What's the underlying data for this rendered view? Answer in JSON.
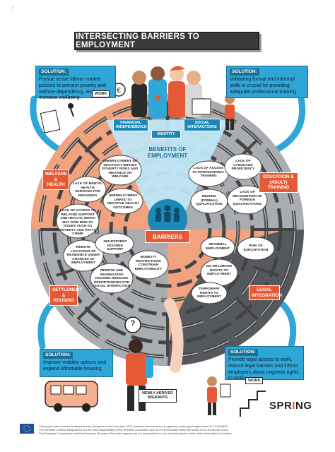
{
  "title": "INTERSECTING BARRIERS TO EMPLOYMENT",
  "solutions": {
    "top_left": {
      "label": "SOLUTION:",
      "text": "Pursue active labour market policies to prevent poverty and welfare-dependency, and increase wellbeing."
    },
    "top_right": {
      "label": "SOLUTION:",
      "text": "Validating formal and informal skills is crucial for providing adequate professional training."
    },
    "bottom_left": {
      "label": "SOLUTION:",
      "text": "Improve mobility options and expand affordable housing."
    },
    "bottom_right": {
      "label": "SOLUTION:",
      "text": "Provide legal access to work, reduce legal barriers and inform employers about migrants rights to work."
    }
  },
  "benefits": {
    "title": "BENEFITS OF EMPLOYMENT",
    "items": [
      "FINANCIAL INDEPENDENCE",
      "IDENTITY",
      "SOCIAL INTERACTIONS"
    ]
  },
  "categories": {
    "welfare": "WELFARE & HEALTH",
    "education": "EDUCATION & (ADULT) TRAINING",
    "settlement": "SETTLEMENT & HOUSING",
    "legal": "LEGAL INTEGRATION"
  },
  "barriers_label": "BARRIERS",
  "welfare_barriers": [
    "UNEMPLOYMENT OR INACTIVITY IMPLIES POVERTY RISKS AND RELIANCE ON WELFARE",
    "LACK OF MENTAL HEALTH SERVICES FOR REFUGEES",
    "UNEMPLOYMENT LINKED TO NEGATIVE HEALTH OUTCOMES",
    "LACK OF ACCESS TO WELFARE SUPPORT AND HEALTH, WHICH MAY GIVE RISE TO ISSUES SUCH AS POVERTY AND PETTY CRIME"
  ],
  "education_barriers": [
    "LACK OF ACCESS TO PROFESSIONAL TRAINING",
    "LACK OF LANGUAGE PROFICIENCY",
    "MISSING (FORMAL) QUALIFICATION",
    "LACK OF RECOGNITION OF FOREIGN QUALIFICATIONS"
  ],
  "settlement_barriers": [
    "REMOTE LOCATIONS OF RESIDENCE UNDER CHANCES OF EMPLOYMENT",
    "INSUFFICIENT HOUSING SUPPORT",
    "MOBILITY RESTRICTIONS CONSTRAIN EMPLOYABILITY",
    "REMOTE AND SEGREGATED HOUSING REDUCES OPPORTUNITIES FOR SOCIAL INTERACTION"
  ],
  "legal_barriers": [
    "INFORMAL EMPLOYMENT",
    "RISK OF EXPLOITATION",
    "NO OR LIMITED RIGHTS TO EMPLOYMENT",
    "TEMPORARY RIGHTS TO EMPLOYMENT"
  ],
  "signs": {
    "work_left": "WORK",
    "work_right": "WORK",
    "question": "?"
  },
  "newly_arrived": "NEWLY ARRIVED MIGRANTS",
  "logo": {
    "main": "SPR",
    "accent": "I",
    "rest": "NG"
  },
  "footer": [
    "This project has received funding from the European Union's Horizon 2020 research and innovation programme under grant agreement No 101004635.",
    "The contents of these infographics are the sole responsibility of the SPRING consortium and do not necessarily reflect the views of the European Union.",
    "The European Commission and the European Research Executive Agency are not responsible for any use that may be made of the information it contains."
  ],
  "colors": {
    "orange": "#e55a34",
    "blue": "#2fa6d8",
    "dark_blue": "#1a6f95",
    "maze_gray": "#8a8d91",
    "maze_orange": "#f1a27f"
  }
}
